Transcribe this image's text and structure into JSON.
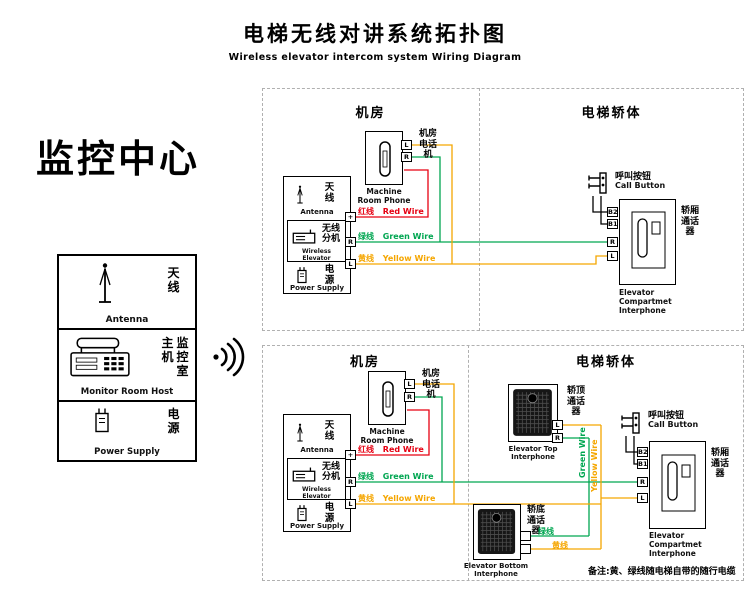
{
  "header": {
    "title": "电梯无线对讲系统拓扑图",
    "subtitle": "Wireless elevator intercom system Wiring Diagram"
  },
  "colors": {
    "red": "#e60012",
    "green": "#00a651",
    "yellow": "#f5a600",
    "black": "#000000"
  },
  "monitor": {
    "title": "监控中心",
    "antenna_zh": "天线",
    "antenna_en": "Antenna",
    "host_zh_col1": "主机",
    "host_zh_col2": "监控室",
    "host_en": "Monitor Room Host",
    "power_zh": "电源",
    "power_en": "Power Supply"
  },
  "top": {
    "room_label": "机房",
    "car_label": "电梯轿体",
    "phone": {
      "zh": "机房电话机",
      "en": "Machine Room Phone",
      "terminals": [
        "L",
        "R"
      ]
    },
    "station": {
      "antenna_zh": "天线",
      "antenna_en": "Antenna",
      "ext_zh": "无线分机",
      "ext_en": "Wireless Elevator",
      "power_zh": "电源",
      "power_en": "Power Supply",
      "terminals": [
        "+",
        "R",
        "L"
      ]
    },
    "wires": {
      "red_zh": "红线",
      "red_en": "Red Wire",
      "green_zh": "绿线",
      "green_en": "Green Wire",
      "yellow_zh": "黄线",
      "yellow_en": "Yellow Wire"
    },
    "call": {
      "zh": "呼叫按钮",
      "en": "Call Button"
    },
    "comp": {
      "zh": "轿厢通话器",
      "en1": "Elevator",
      "en2": "Compartmet",
      "en3": "Interphone",
      "terminals": [
        "B2",
        "B1",
        "R",
        "L"
      ]
    }
  },
  "bottom": {
    "room_label": "机房",
    "car_label": "电梯轿体",
    "phone": {
      "zh": "机房电话机",
      "en": "Machine Room Phone",
      "terminals": [
        "L",
        "R"
      ]
    },
    "station": {
      "antenna_zh": "天线",
      "antenna_en": "Antenna",
      "ext_zh": "无线分机",
      "ext_en": "Wireless Elevator",
      "power_zh": "电源",
      "power_en": "Power Supply",
      "terminals": [
        "+",
        "R",
        "L"
      ]
    },
    "wires": {
      "red_zh": "红线",
      "red_en": "Red Wire",
      "green_zh": "绿线",
      "green_en": "Green Wire",
      "yellow_zh": "黄线",
      "yellow_en": "Yellow Wire"
    },
    "call": {
      "zh": "呼叫按钮",
      "en": "Call Button"
    },
    "comp": {
      "zh": "轿厢通话器",
      "en1": "Elevator",
      "en2": "Compartmet",
      "en3": "Interphone",
      "terminals": [
        "B2",
        "B1",
        "R",
        "L"
      ]
    },
    "top_int": {
      "zh": "轿顶通话器",
      "en": "Elevator Top Interphone",
      "terminals": [
        "L",
        "R"
      ]
    },
    "bot_int": {
      "zh": "轿底通话器",
      "en": "Elevator Bottom Interphone",
      "green_zh": "绿线",
      "yellow_zh": "黄线"
    },
    "v_green": "Green Wire",
    "v_yellow": "Yellow Wire",
    "note": "备注:黄、绿线随电梯自带的随行电缆"
  }
}
